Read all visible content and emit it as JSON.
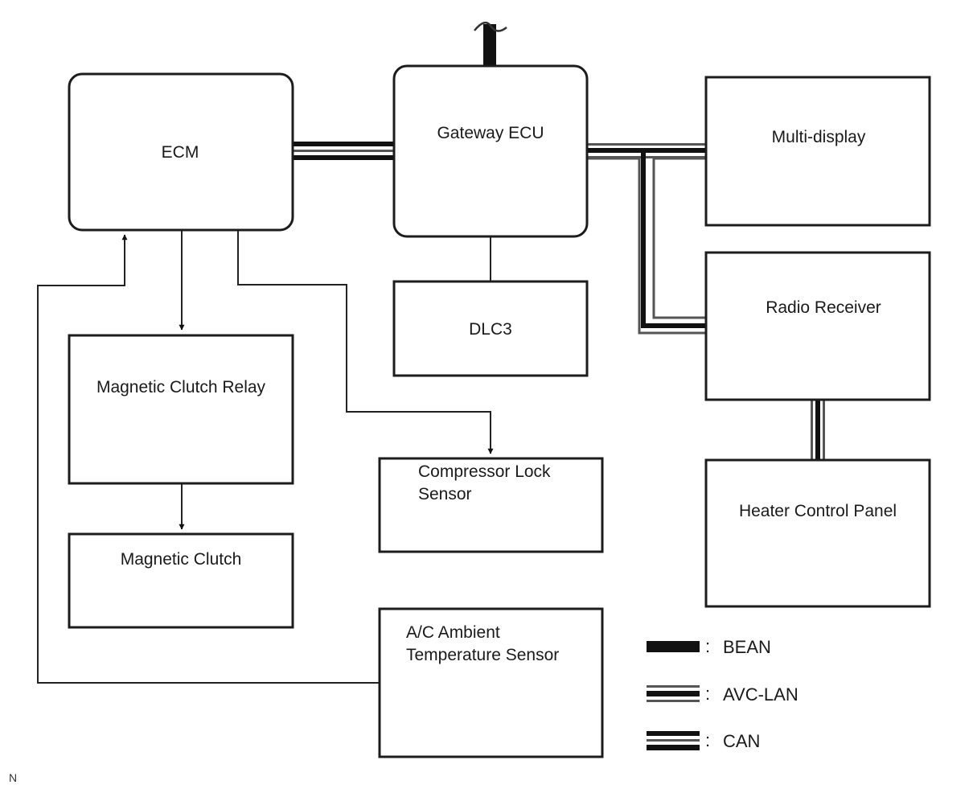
{
  "diagram": {
    "title": "A/C System Communication Diagram",
    "components": {
      "ecm": "ECM",
      "gateway": "Gateway ECU",
      "multi_display": "Multi-display",
      "radio_receiver": "Radio Receiver",
      "dlc3": "DLC3",
      "mag_clutch_relay": "Magnetic Clutch Relay",
      "mag_clutch": "Magnetic Clutch",
      "compressor_lock_line1": "Compressor Lock",
      "compressor_lock_line2": "Sensor",
      "ambient_line1": "A/C Ambient",
      "ambient_line2": "Temperature Sensor",
      "heater_panel": "Heater Control Panel"
    },
    "connections": [
      {
        "from": "ECM",
        "to": "Gateway ECU",
        "bus": "CAN"
      },
      {
        "from": "Gateway ECU",
        "to": "Multi-display",
        "bus": "AVC-LAN"
      },
      {
        "from": "Gateway ECU",
        "to": "Radio Receiver",
        "bus": "AVC-LAN"
      },
      {
        "from": "Radio Receiver",
        "to": "Heater Control Panel",
        "bus": "AVC-LAN"
      },
      {
        "from": "Gateway ECU",
        "to": "DLC3",
        "bus": "wire"
      },
      {
        "from": "Gateway ECU",
        "to": "(off-page)",
        "bus": "BEAN"
      },
      {
        "from": "ECM",
        "to": "Magnetic Clutch Relay",
        "bus": "wire"
      },
      {
        "from": "Magnetic Clutch Relay",
        "to": "Magnetic Clutch",
        "bus": "wire"
      },
      {
        "from": "ECM",
        "to": "Compressor Lock Sensor",
        "bus": "wire"
      },
      {
        "from": "A/C Ambient Temperature Sensor",
        "to": "ECM",
        "bus": "wire"
      }
    ],
    "legend": [
      {
        "key": "bean",
        "label": "BEAN"
      },
      {
        "key": "avc",
        "label": "AVC-LAN"
      },
      {
        "key": "can",
        "label": "CAN"
      }
    ],
    "legend_separator": ":",
    "corner_mark": "N"
  }
}
